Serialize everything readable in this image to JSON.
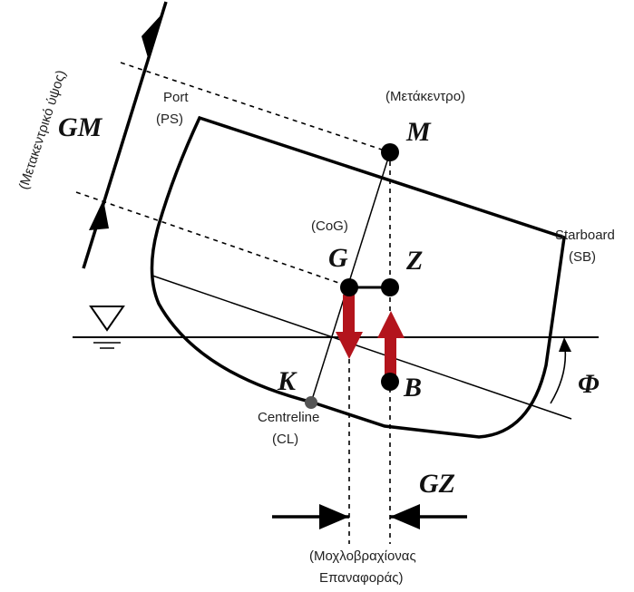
{
  "labels": {
    "gm": "GM",
    "gm_greek": "(Μετακεντρικό ύψος)",
    "port_1": "Port",
    "port_2": "(PS)",
    "metacentre_note": "(Μετάκεντρο)",
    "m": "M",
    "cog_note": "(CoG)",
    "g": "G",
    "z": "Z",
    "starboard_1": "Starboard",
    "starboard_2": "(SB)",
    "k": "K",
    "b": "B",
    "centreline_1": "Centreline",
    "centreline_2": "(CL)",
    "phi": "Φ",
    "gz": "GZ",
    "lever_1": "(Μοχλοβραχίονας",
    "lever_2": "Επαναφοράς)"
  },
  "colors": {
    "line": "#000000",
    "force_arrow": "#b3141c",
    "k_point": "#555555"
  },
  "icons": {
    "waterline": "triangle-down-icon"
  }
}
